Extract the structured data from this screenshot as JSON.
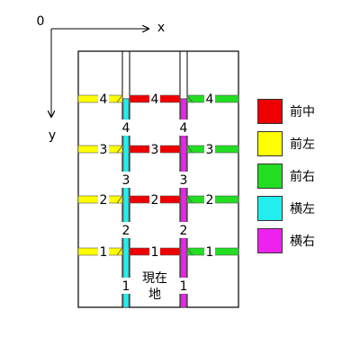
{
  "axes": {
    "origin_label": "0",
    "x_label": "x",
    "y_label": "y"
  },
  "current_position": {
    "line1": "現在",
    "line2": "地"
  },
  "legend": {
    "items": [
      {
        "key": "front_center",
        "label": "前中",
        "color": "#ee0000"
      },
      {
        "key": "front_left",
        "label": "前左",
        "color": "#ffff00"
      },
      {
        "key": "front_right",
        "label": "前右",
        "color": "#22dd22"
      },
      {
        "key": "side_left",
        "label": "横左",
        "color": "#22eeee"
      },
      {
        "key": "side_right",
        "label": "横右",
        "color": "#ee22ee"
      }
    ]
  },
  "rows": [
    {
      "label": "1"
    },
    {
      "label": "2"
    },
    {
      "label": "3"
    },
    {
      "label": "4"
    }
  ],
  "side_labels": [
    "1",
    "2",
    "3",
    "4"
  ]
}
